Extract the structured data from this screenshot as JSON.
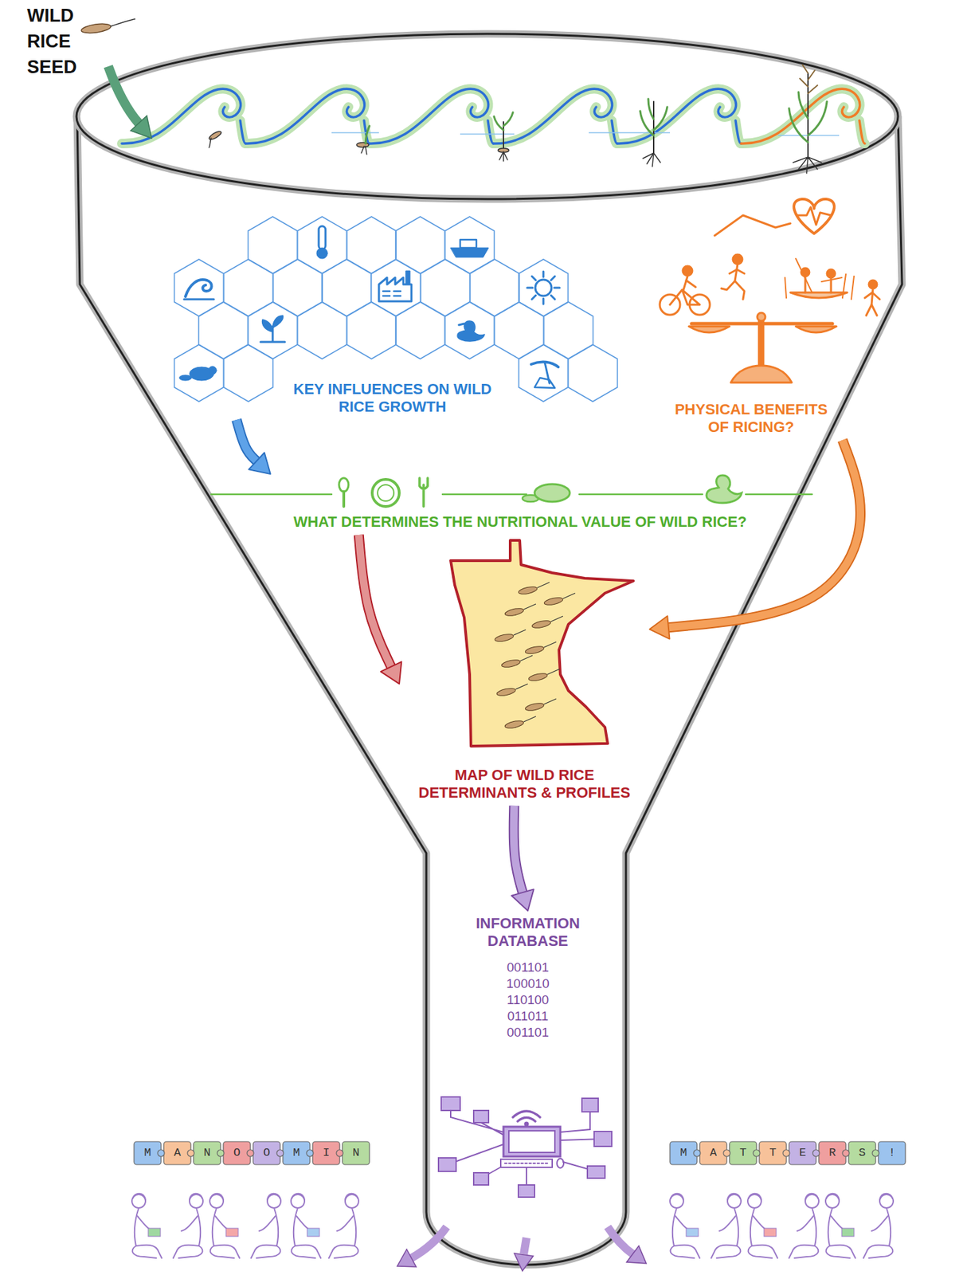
{
  "diagram": {
    "nodes": [
      {
        "text": [
          "KEY INFLUENCES ON WILD RICE GROWTH"
        ]
      },
      {
        "text": [
          "PHYSICAL BENEFITS OF RICING?"
        ]
      },
      {
        "text": [
          "WHAT DETERMINES THE NUTRITIONAL VALUE OF WILD RICE?"
        ]
      },
      {
        "text": [
          "MAP OF WILD RICE DETERMINANTS & PROFILES"
        ]
      },
      {
        "text": [
          "INFORMATION DATABASE",
          "001101 100010 110100 011011 001101"
        ]
      }
    ],
    "edges": [
      {
        "from": 0,
        "to": 2,
        "arrow": "to"
      },
      {
        "from": 1,
        "to": 3,
        "arrow": "to"
      },
      {
        "from": 2,
        "to": 3,
        "arrow": "to"
      },
      {
        "from": 3,
        "to": 4,
        "arrow": "to"
      }
    ],
    "labels": [
      "WILD RICE SEED",
      "MANOOMIN",
      "MATTERS!"
    ]
  }
}
